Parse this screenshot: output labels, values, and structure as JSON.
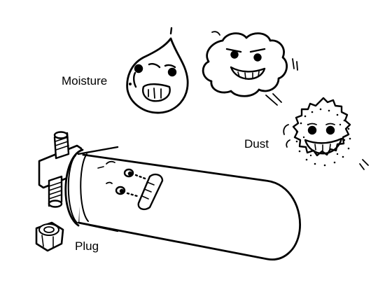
{
  "labels": {
    "moisture": "Moisture",
    "dust": "Dust",
    "plug": "Plug"
  },
  "colors": {
    "ink": "#000000",
    "paper": "#ffffff"
  }
}
